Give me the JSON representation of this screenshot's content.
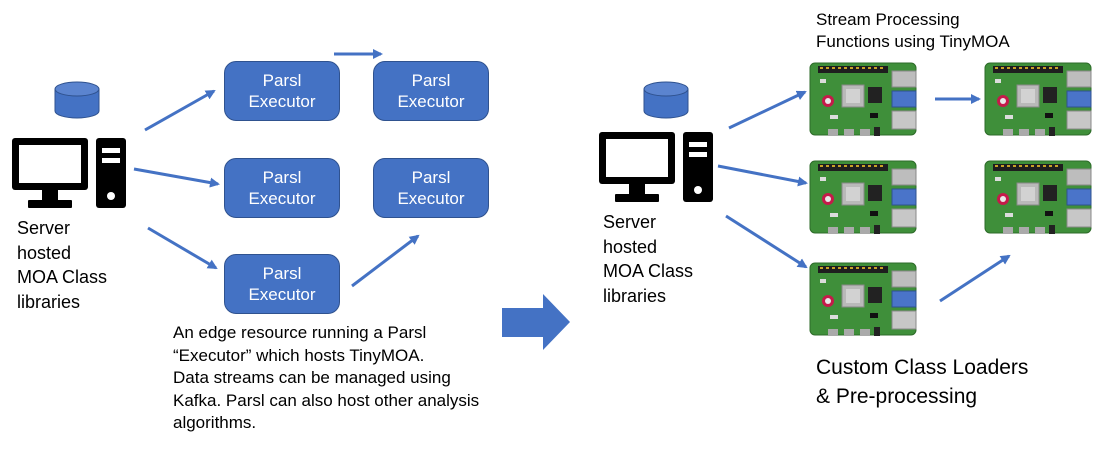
{
  "left": {
    "server_label": [
      "Server",
      "hosted",
      "MOA Class",
      "libraries"
    ],
    "executors": [
      {
        "line1": "Parsl",
        "line2": "Executor"
      },
      {
        "line1": "Parsl",
        "line2": "Executor"
      },
      {
        "line1": "Parsl",
        "line2": "Executor"
      },
      {
        "line1": "Parsl",
        "line2": "Executor"
      },
      {
        "line1": "Parsl",
        "line2": "Executor"
      }
    ],
    "caption": [
      "An edge resource running a Parsl",
      "“Executor” which hosts TinyMOA.",
      "Data streams can be managed using",
      "Kafka. Parsl can also host other analysis",
      "algorithms."
    ]
  },
  "right": {
    "server_label": [
      "Server",
      "hosted",
      "MOA Class",
      "libraries"
    ],
    "stream_title": [
      "Stream Processing",
      "Functions using TinyMOA"
    ],
    "custom_label": [
      "Custom Class Loaders",
      "& Pre-processing"
    ]
  },
  "colors": {
    "accent": "#4472c4",
    "board_green": "#3f8f3a"
  }
}
